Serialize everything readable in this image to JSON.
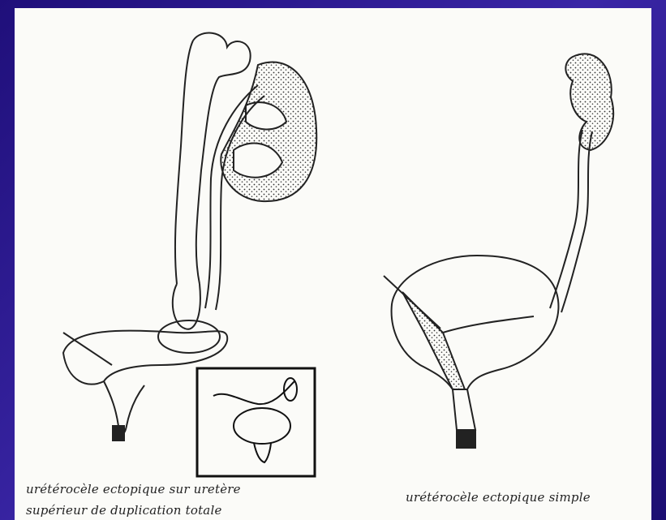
{
  "captions": {
    "left_line1": "urétérocèle ectopique sur uretère",
    "left_line2": "supérieur de duplication totale",
    "right": "urétérocèle ectopique simple"
  },
  "colors": {
    "frame": "#2a1a86",
    "panel": "#fbfbf8",
    "ink": "#222222"
  }
}
